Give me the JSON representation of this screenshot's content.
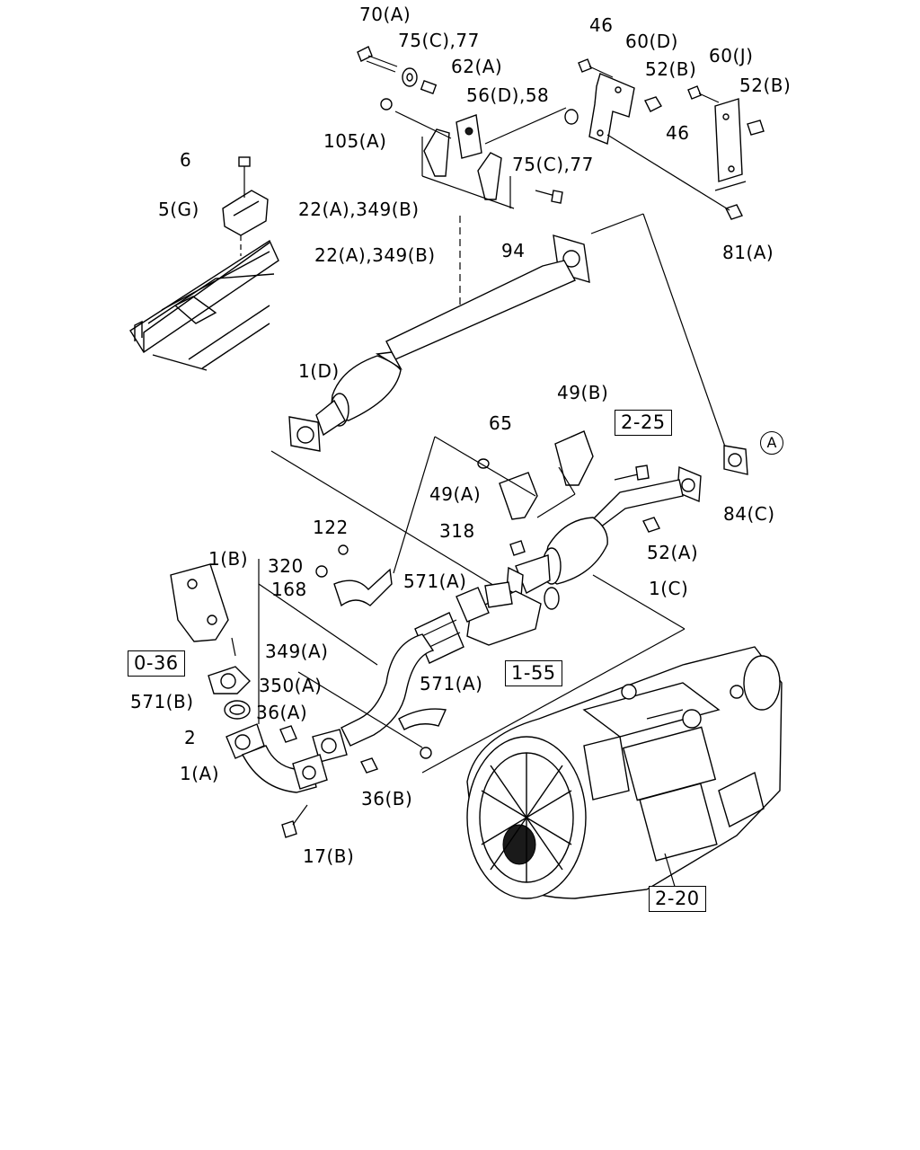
{
  "labels": {
    "l_70a": "70(A)",
    "l_75c77_top": "75(C),77",
    "l_62a": "62(A)",
    "l_56d58": "56(D),58",
    "l_105a": "105(A)",
    "l_6": "6",
    "l_5g": "5(G)",
    "l_22a349b_1": "22(A),349(B)",
    "l_22a349b_2": "22(A),349(B)",
    "l_75c77_mid": "75(C),77",
    "l_94": "94",
    "l_46_top": "46",
    "l_60d": "60(D)",
    "l_52b_1": "52(B)",
    "l_60j": "60(J)",
    "l_52b_2": "52(B)",
    "l_46_mid": "46",
    "l_81a": "81(A)",
    "l_1d": "1(D)",
    "l_49b": "49(B)",
    "l_65": "65",
    "l_49a": "49(A)",
    "l_318": "318",
    "l_84c": "84(C)",
    "l_52a": "52(A)",
    "l_1c": "1(C)",
    "l_122": "122",
    "l_1b": "1(B)",
    "l_320": "320",
    "l_168": "168",
    "l_571a_1": "571(A)",
    "l_571a_2": "571(A)",
    "l_349a": "349(A)",
    "l_350a": "350(A)",
    "l_571b": "571(B)",
    "l_2": "2",
    "l_36a": "36(A)",
    "l_1a": "1(A)",
    "l_36b": "36(B)",
    "l_17b": "17(B)"
  },
  "refs": {
    "r_2_25": "2-25",
    "r_0_36": "0-36",
    "r_1_55": "1-55",
    "r_2_20": "2-20"
  },
  "callouts": {
    "c_a": "A"
  }
}
